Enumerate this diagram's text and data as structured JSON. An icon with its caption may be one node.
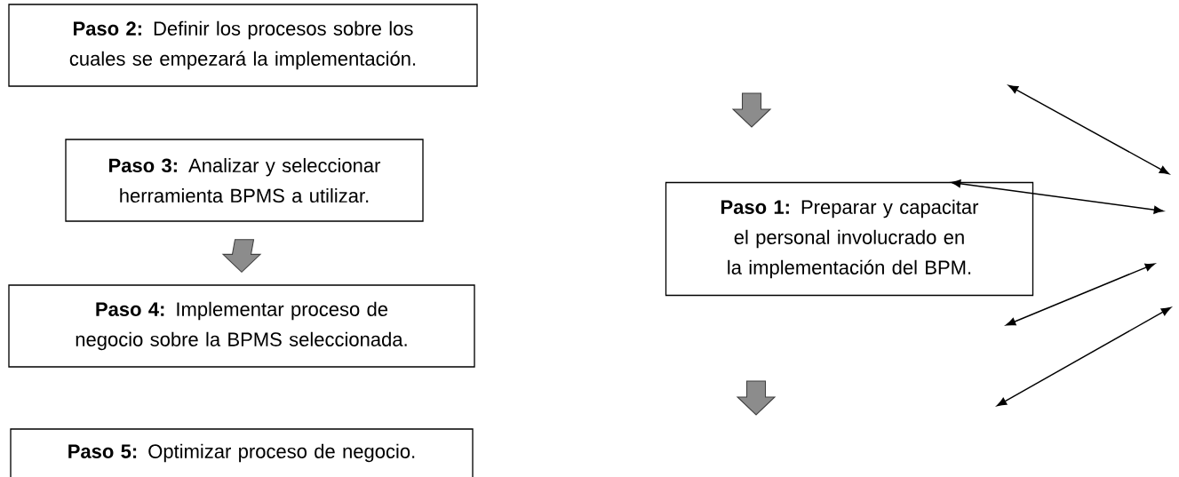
{
  "diagram": {
    "nodes": [
      {
        "text": [
          "**Paso 2:** Definir los procesos sobre los cuales se empezará la implementación."
        ]
      },
      {
        "text": [
          "**Paso 3:** Analizar y seleccionar herramienta BPMS a utilizar."
        ]
      },
      {
        "text": [
          "**Paso 4:** Implementar proceso de negocio sobre la BPMS seleccionada."
        ]
      },
      {
        "text": [
          "**Paso 5:** Optimizar proceso de negocio."
        ]
      },
      {
        "text": [
          "**Paso 1:** Preparar y capacitar el personal involucrado en la implementación del BPM."
        ]
      }
    ],
    "edges": [
      {
        "from": 1,
        "to": 2,
        "arrow": "to"
      }
    ]
  }
}
